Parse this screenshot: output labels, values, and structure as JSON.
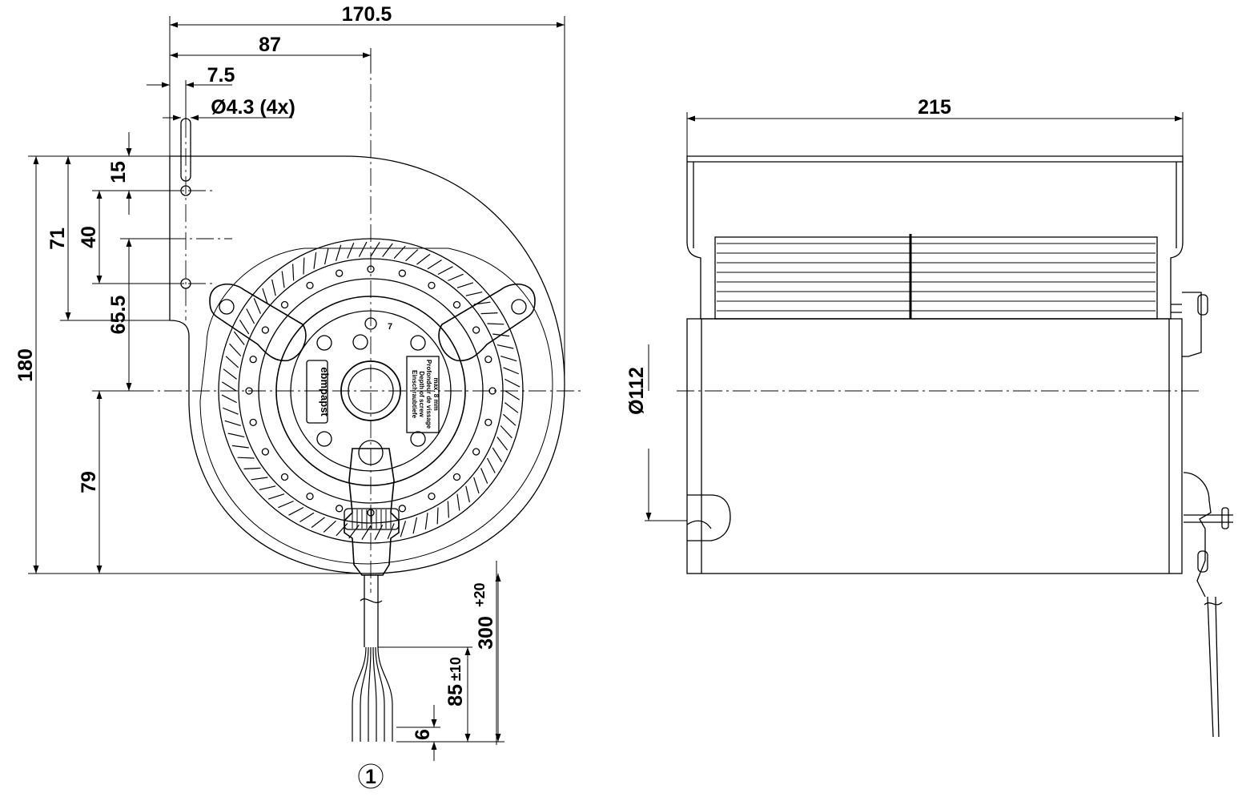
{
  "front_view": {
    "dims": {
      "width_overall": "170.5",
      "hub_offset": "87",
      "slot_offset": "7.5",
      "hole_spec": "Ø4.3 (4x)",
      "h_15": "15",
      "h_40": "40",
      "h_71": "71",
      "h_65_5": "65.5",
      "h_180": "180",
      "h_79": "79",
      "cable_length": "300",
      "cable_length_tol": "+20",
      "strip_length": "85",
      "strip_length_tol": "±10",
      "strip_end": "6"
    },
    "brand_label": "ebmpapst",
    "hub_label_lines": [
      "Einschraubtiefe",
      "Depth of screw",
      "Profondeur de vissage",
      "max. 8 mm"
    ],
    "callout": "1",
    "marker": "7"
  },
  "side_view": {
    "dims": {
      "width": "215",
      "diameter": "Ø112"
    }
  }
}
